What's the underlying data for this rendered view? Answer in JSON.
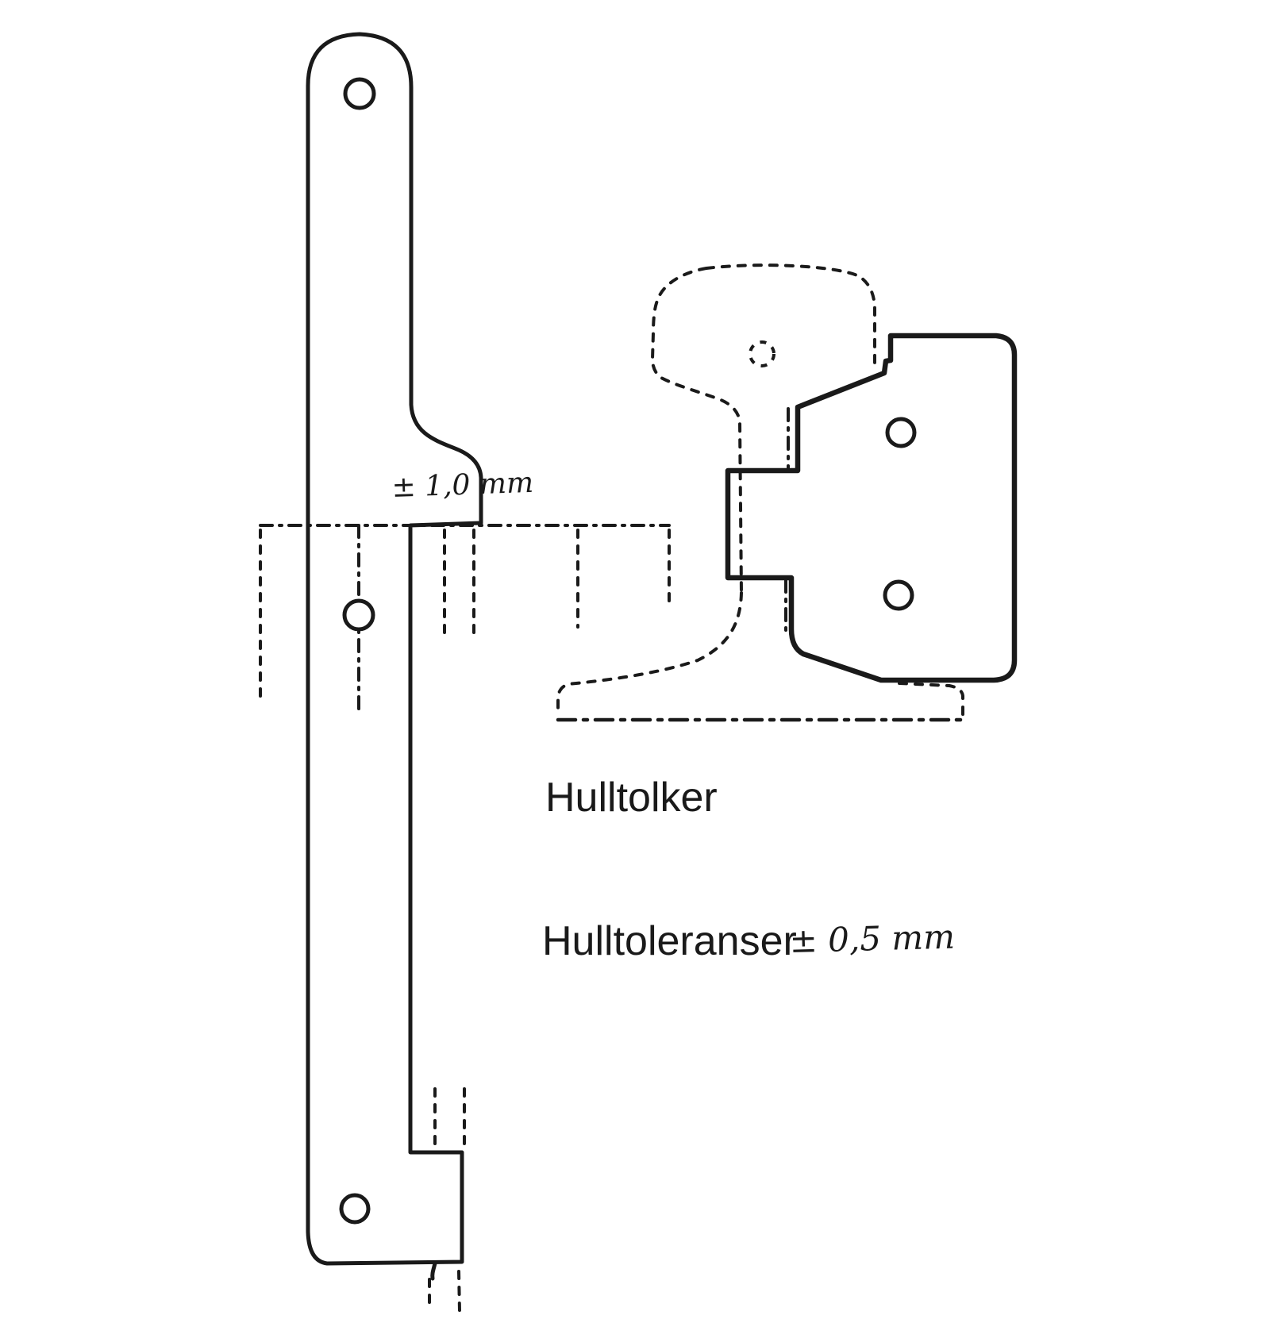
{
  "figure": {
    "background": "#ffffff",
    "ink_color": "#1a1a1a",
    "annotation_step_tolerance": "± 1,0 mm",
    "caption_title": "Hulltolker",
    "caption_tolerance_label": "Hulltoleranser",
    "caption_tolerance_value": "± 0,5 mm"
  }
}
